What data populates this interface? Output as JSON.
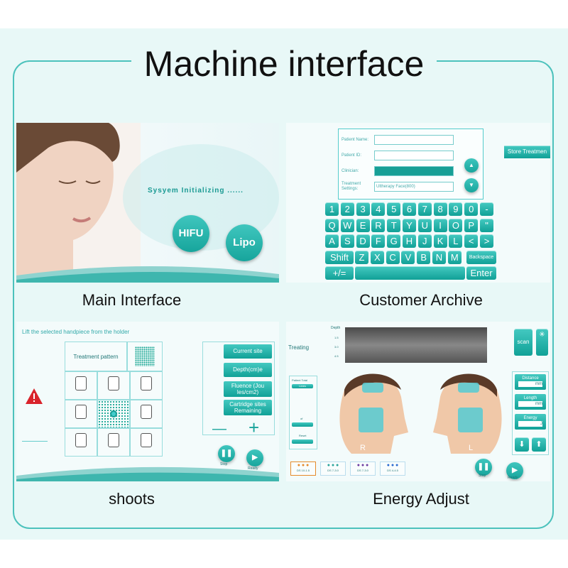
{
  "title": "Machine interface",
  "captions": {
    "p1": "Main Interface",
    "p2": "Customer Archive",
    "p3": "shoots",
    "p4": "Energy Adjust"
  },
  "main": {
    "status": "Sysyem Initializing ......",
    "hifu": "HIFU",
    "lipo": "Lipo"
  },
  "archive": {
    "fields": [
      "Patient Name:",
      "Patient ID:",
      "Clinician:",
      "Treatment Settings:"
    ],
    "treatment_value": "Ultherapy Face(800)",
    "store_button": "Store Treatmen",
    "keys_row1": [
      "1",
      "2",
      "3",
      "4",
      "5",
      "6",
      "7",
      "8",
      "9",
      "0",
      "-"
    ],
    "keys_row2": [
      "Q",
      "W",
      "E",
      "R",
      "T",
      "Y",
      "U",
      "I",
      "O",
      "P",
      "\""
    ],
    "keys_row3": [
      "A",
      "S",
      "D",
      "F",
      "G",
      "H",
      "J",
      "K",
      "L",
      "<",
      ">"
    ],
    "keys_row4": [
      "Z",
      "X",
      "C",
      "V",
      "B",
      "N",
      "M"
    ],
    "shift": "Shift",
    "backspace": "Backspace",
    "plusminus": "+/=",
    "enter": "Enter"
  },
  "shoots": {
    "instruction": "Lift the selected handpiece from the holder",
    "pattern_label": "Treatment pattern",
    "current_site": "Current site",
    "depth": "Depth(cm)e",
    "fluence": "Fluence (Jou les/cm2)",
    "cartridge": "Cartridge sites Remaining",
    "minus": "—",
    "plus": "+",
    "stop": "Stop",
    "ready": "Ready"
  },
  "energy": {
    "depth_label": "Depth",
    "depth_ticks": [
      "1.5",
      "3.0",
      "4.5"
    ],
    "treating": "Treating",
    "scan": "scan",
    "patient_total": "Patient Total",
    "lines": "Lines",
    "of": "of",
    "reset": "Reset",
    "distance": "Distance",
    "distance_unit": "mm",
    "length": "Length",
    "length_unit": "mm",
    "energy": "Energy",
    "energy_unit": "J",
    "left_side": "R",
    "right_side": "L",
    "stop": "Stop",
    "ready": "Ready",
    "cartridges": [
      "DS 10-1.5",
      "DS 7-3.0",
      "DS 7-3.0",
      "DS 4-4.5"
    ]
  },
  "colors": {
    "accent": "#17a59c",
    "background": "#e8f8f7",
    "frame": "#4cc2bc"
  }
}
